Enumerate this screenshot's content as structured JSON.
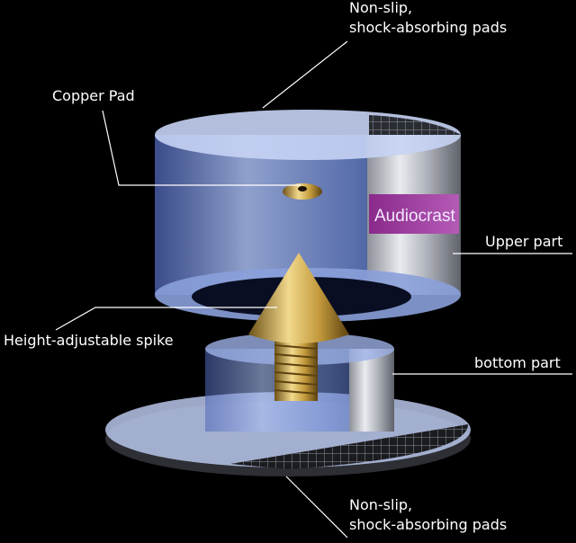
{
  "labels": {
    "top_pads_line1": "Non-slip,",
    "top_pads_line2": "shock-absorbing pads",
    "copper_pad": "Copper Pad",
    "upper_part": "Upper part",
    "spike": "Height-adjustable spike",
    "bottom_part": "bottom part",
    "bottom_pads_line1": "Non-slip,",
    "bottom_pads_line2": "shock-absorbing pads"
  },
  "brand": "Audiocrast",
  "colors": {
    "background": "#000000",
    "label_text": "#ffffff",
    "leader_line": "#ffffff",
    "brand_text": "#f4e8ff",
    "brand_band": "#8a2a8c",
    "spike_gold": "#c8a64a",
    "transparent_body": "#7f9fd8",
    "metal": "#c9ccd3"
  }
}
